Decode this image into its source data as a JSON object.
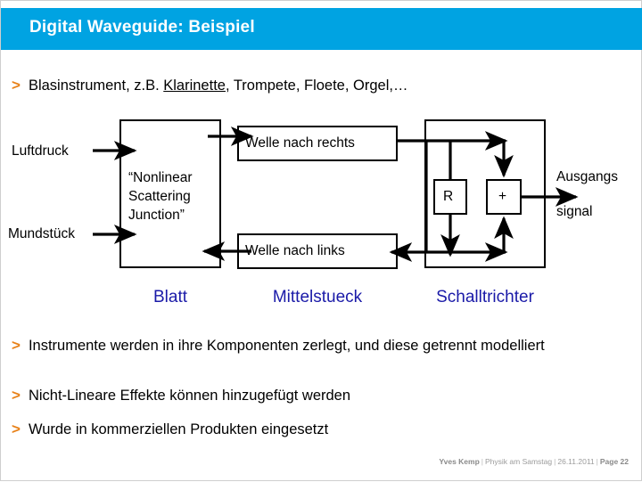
{
  "slide": {
    "title": "Digital Waveguide: Beispiel",
    "title_bar_color": "#00a3e2",
    "bullet_marker": ">",
    "bullet_marker_color": "#e8821a",
    "section_label_color": "#1a1aa8"
  },
  "intro_bullet": {
    "before": "Blasinstrument, z.B. ",
    "underlined": "Klarinette",
    "after": ", Trompete, Floete, Orgel,…"
  },
  "diagram": {
    "left_label_1": "Luftdruck",
    "left_label_2": "Mundstück",
    "junction_line_1": "“Nonlinear",
    "junction_line_2": "Scattering",
    "junction_line_3": "Junction”",
    "wave_right": "Welle nach rechts",
    "wave_left": "Welle nach links",
    "delay_block": "R",
    "sum_block": "+",
    "output_label_1": "Ausgangs",
    "output_label_2": "signal",
    "section_1": "Blatt",
    "section_2": "Mittelstueck",
    "section_3": "Schalltrichter"
  },
  "bullets": [
    "Instrumente werden in ihre Komponenten zerlegt, und diese getrennt modelliert",
    "Nicht-Lineare Effekte können hinzugefügt werden",
    "Wurde in kommerziellen Produkten eingesetzt"
  ],
  "footer": {
    "author": "Yves Kemp",
    "event": "Physik am Samstag",
    "date": "26.11.2011",
    "page": "Page 22",
    "separator": "|"
  }
}
